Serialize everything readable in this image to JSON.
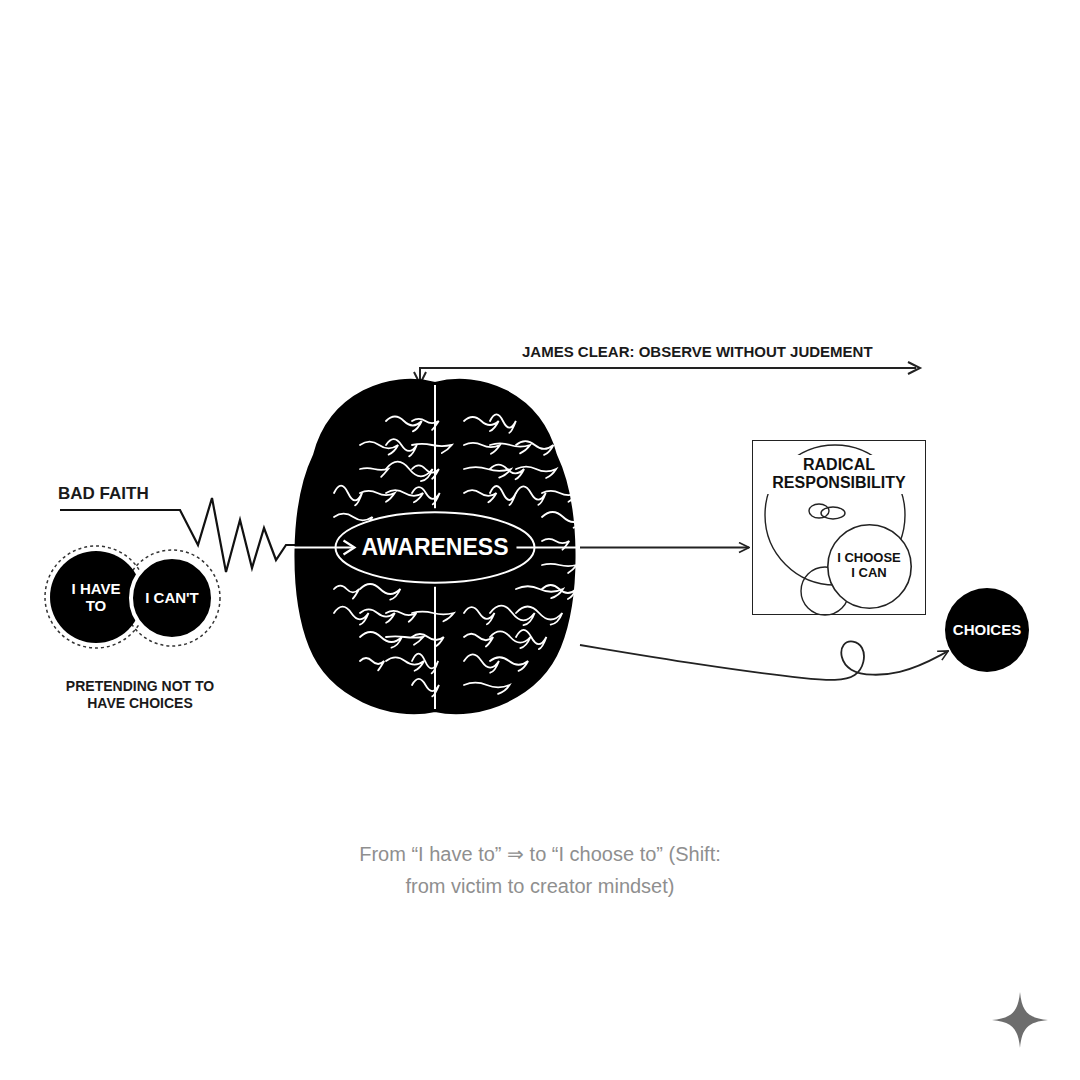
{
  "diagram": {
    "caption": "From “I have to” ⇒ to “I choose to” (Shift: from victim to creator mindset)",
    "nodes": [
      {
        "text": [
          "I HAVE TO"
        ]
      },
      {
        "text": [
          "I CAN'T"
        ]
      },
      {
        "text": [
          "AWARENESS"
        ]
      },
      {
        "text": [
          "RADICAL RESPONSIBILITY"
        ]
      },
      {
        "text": [
          "I CHOOSE I CAN"
        ],
        "in": 3
      },
      {
        "text": [
          "CHOICES"
        ]
      }
    ],
    "edges": [
      {
        "from": 2,
        "to": 3,
        "arrow": "to"
      },
      {
        "from": 2,
        "to": 5,
        "arrow": "to"
      }
    ],
    "labels": [
      "JAMES CLEAR: OBSERVE WITHOUT JUDEMENT",
      "BAD FAITH",
      "PRETENDING NOT TO HAVE CHOICES"
    ]
  }
}
